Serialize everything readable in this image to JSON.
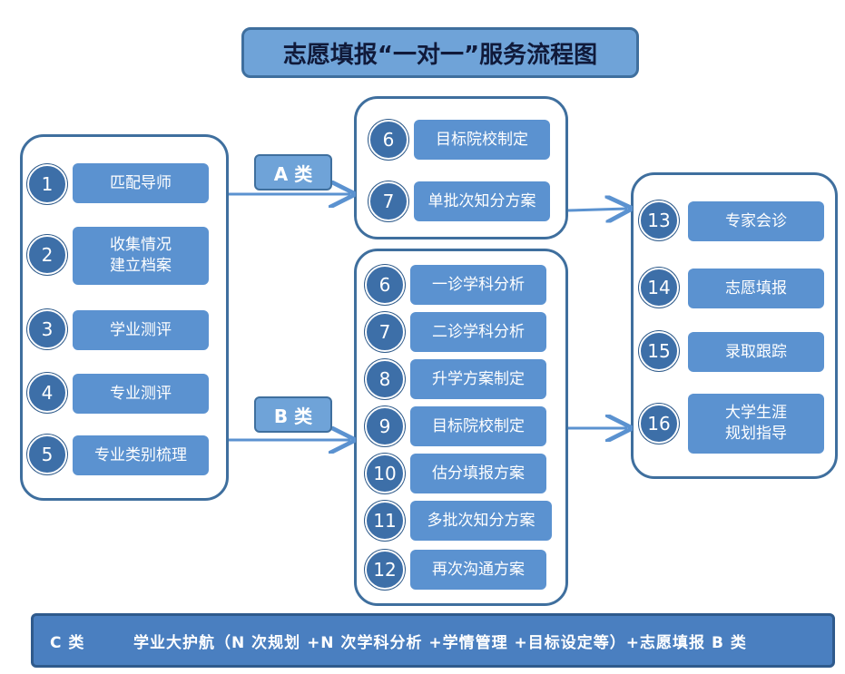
{
  "title": "志愿填报“一对一”服务流程图",
  "categories": {
    "a": "A 类",
    "b": "B 类"
  },
  "left_steps": [
    {
      "num": "1",
      "label": "匹配导师"
    },
    {
      "num": "2",
      "label": "收集情况\n建立档案"
    },
    {
      "num": "3",
      "label": "学业测评"
    },
    {
      "num": "4",
      "label": "专业测评"
    },
    {
      "num": "5",
      "label": "专业类别梳理"
    }
  ],
  "a_steps": [
    {
      "num": "6",
      "label": "目标院校制定"
    },
    {
      "num": "7",
      "label": "单批次知分方案"
    }
  ],
  "b_steps": [
    {
      "num": "6",
      "label": "一诊学科分析"
    },
    {
      "num": "7",
      "label": "二诊学科分析"
    },
    {
      "num": "8",
      "label": "升学方案制定"
    },
    {
      "num": "9",
      "label": "目标院校制定"
    },
    {
      "num": "10",
      "label": "估分填报方案"
    },
    {
      "num": "11",
      "label": "多批次知分方案"
    },
    {
      "num": "12",
      "label": "再次沟通方案"
    }
  ],
  "right_steps": [
    {
      "num": "13",
      "label": "专家会诊"
    },
    {
      "num": "14",
      "label": "志愿填报"
    },
    {
      "num": "15",
      "label": "录取跟踪"
    },
    {
      "num": "16",
      "label": "大学生涯\n规划指导"
    }
  ],
  "bottom": {
    "category": "C 类",
    "text": "学业大护航（N 次规划 +N 次学科分析 +学情管理 +目标设定等）+志愿填报 B 类"
  },
  "colors": {
    "accent": "#5b92d0",
    "circle": "#3d6fa8",
    "border": "#3f6f9e"
  }
}
